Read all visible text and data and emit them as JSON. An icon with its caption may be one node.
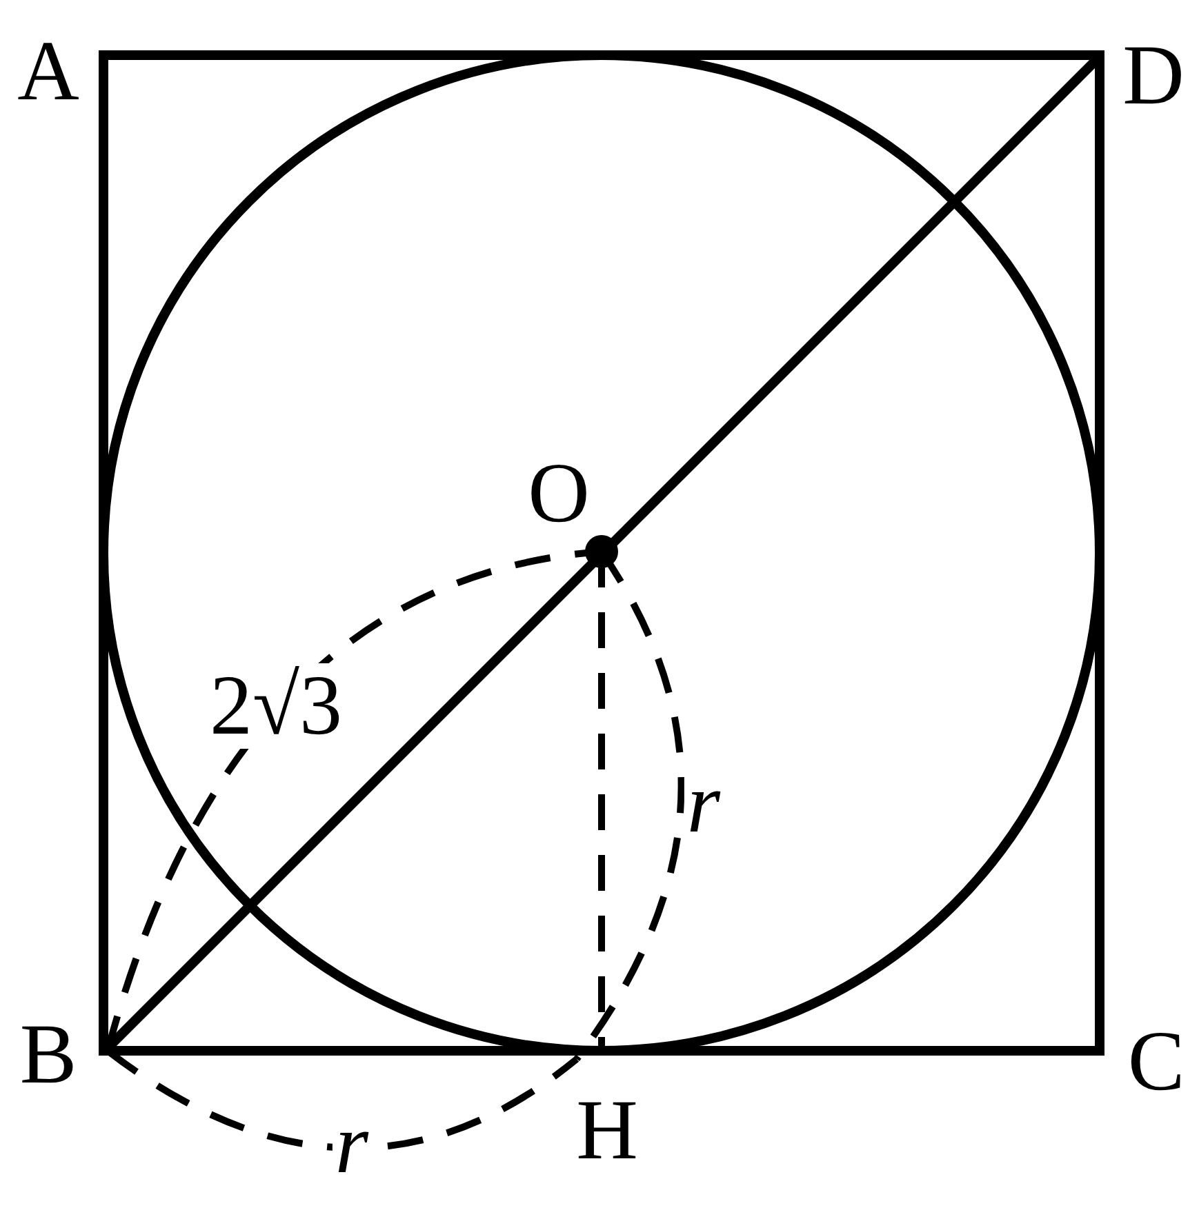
{
  "diagram": {
    "labels": [
      "A",
      "D",
      "O",
      "2√3",
      "r",
      "B",
      "C",
      "H",
      "r"
    ]
  }
}
